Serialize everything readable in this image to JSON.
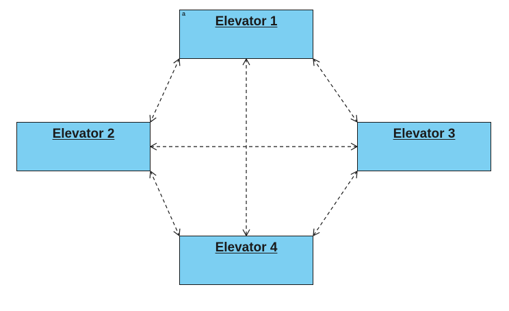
{
  "diagram": {
    "nodes": [
      {
        "id": "e1",
        "label": "Elevator 1",
        "mark": "a"
      },
      {
        "id": "e2",
        "label": "Elevator 2"
      },
      {
        "id": "e3",
        "label": "Elevator 3"
      },
      {
        "id": "e4",
        "label": "Elevator 4"
      }
    ],
    "edges": [
      {
        "from": "e1",
        "to": "e2",
        "style": "dashed",
        "arrows": "both"
      },
      {
        "from": "e1",
        "to": "e3",
        "style": "dashed",
        "arrows": "both"
      },
      {
        "from": "e1",
        "to": "e4",
        "style": "dashed",
        "arrows": "both"
      },
      {
        "from": "e2",
        "to": "e3",
        "style": "dashed",
        "arrows": "both"
      },
      {
        "from": "e2",
        "to": "e4",
        "style": "dashed",
        "arrows": "both"
      },
      {
        "from": "e3",
        "to": "e4",
        "style": "dashed",
        "arrows": "both"
      }
    ],
    "colors": {
      "node_fill": "#7ccff2",
      "node_border": "#1a1a1a",
      "edge": "#1a1a1a"
    }
  }
}
